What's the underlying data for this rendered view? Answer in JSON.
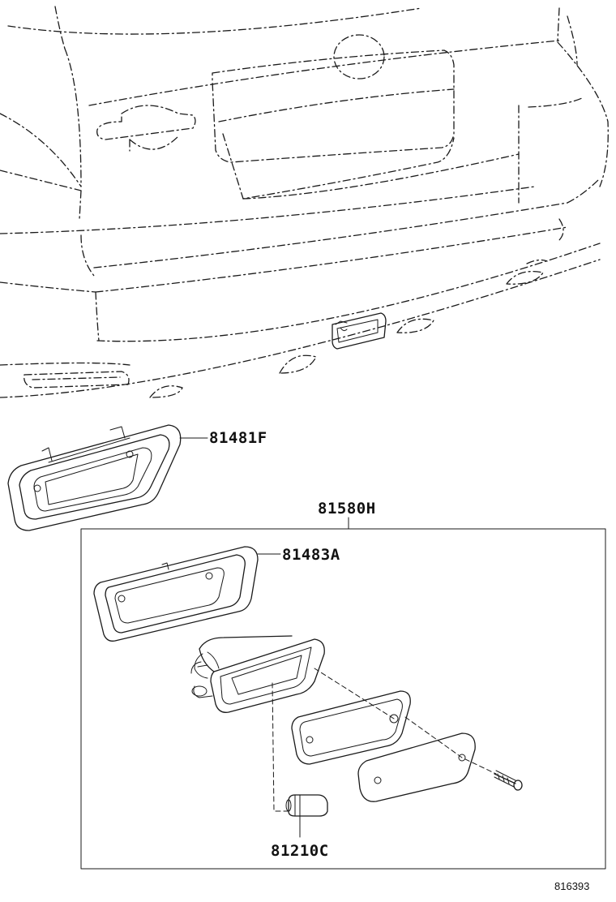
{
  "parts": {
    "reflector_bezel": "81481F",
    "lamp_assy": "81580H",
    "lamp_bezel": "81483A",
    "bulb": "81210C"
  },
  "illustration_code": "816393"
}
